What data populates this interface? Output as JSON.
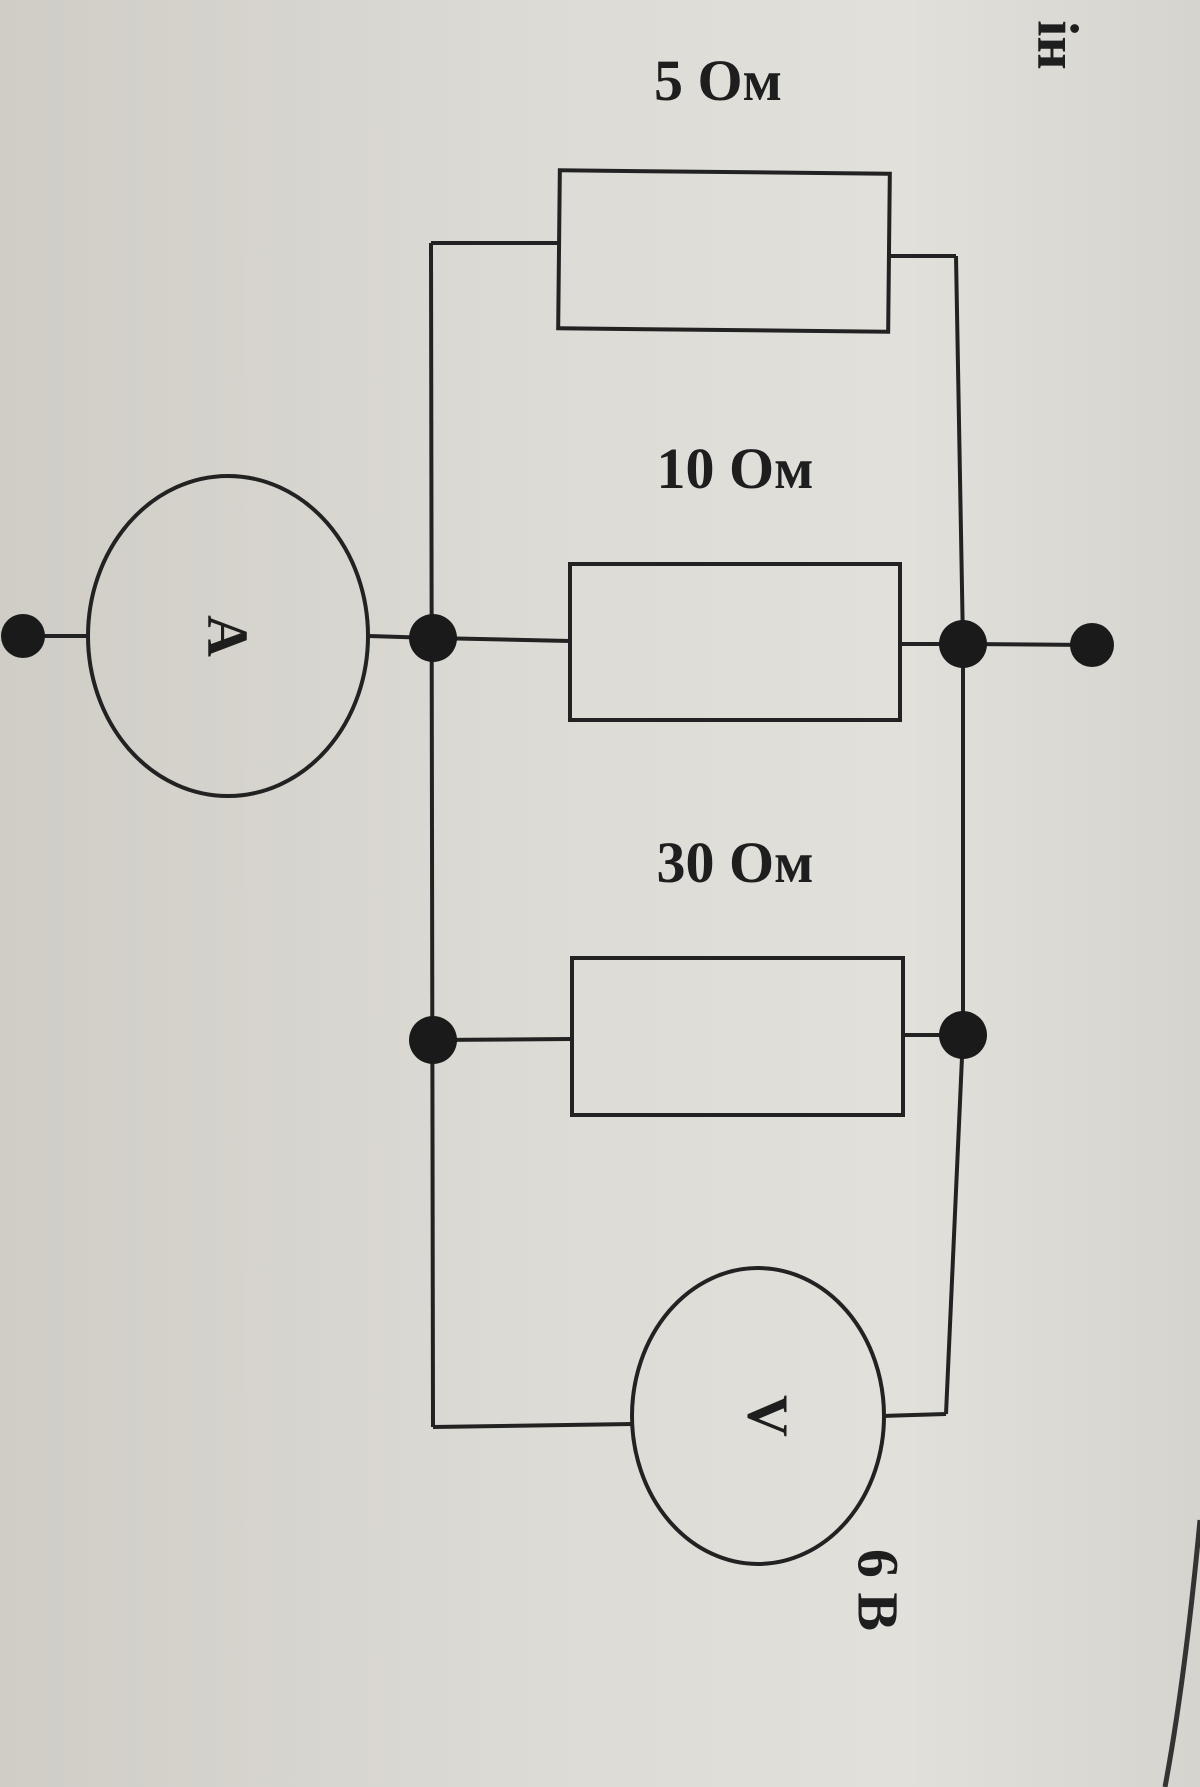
{
  "header_fragment": "ін",
  "resistors": [
    {
      "label": "5 Ом"
    },
    {
      "label": "10 Ом"
    },
    {
      "label": "30 Ом"
    }
  ],
  "ammeter": {
    "symbol": "A"
  },
  "voltmeter": {
    "symbol": "V",
    "reading": "6 В"
  },
  "colors": {
    "ink": "#1e1e1e",
    "paper": "#dddbd5"
  }
}
